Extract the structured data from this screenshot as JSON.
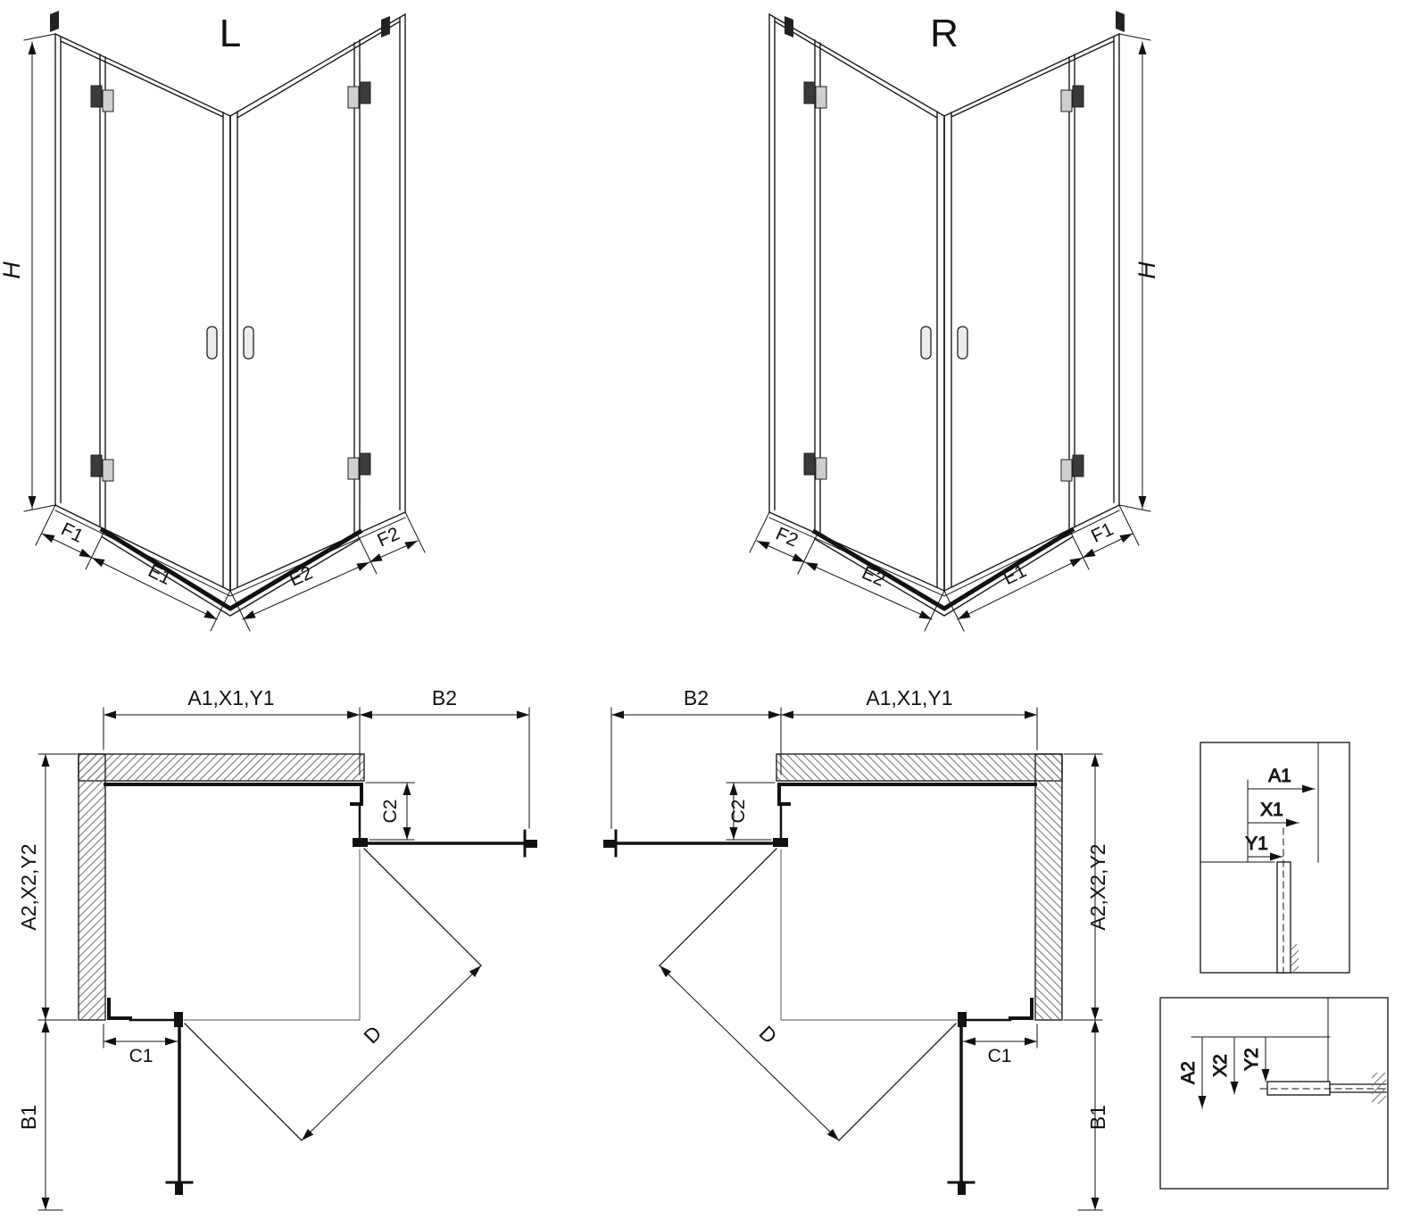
{
  "iso": {
    "left_title": "L",
    "right_title": "R",
    "h": "H",
    "f1": "F1",
    "e1": "E1",
    "e2": "E2",
    "f2": "F2"
  },
  "plan": {
    "a1": "A1,X1,Y1",
    "b2": "B2",
    "c2": "C2",
    "a2": "A2,X2,Y2",
    "c1": "C1",
    "b1": "B1",
    "d": "D"
  },
  "detail": {
    "a1": "A1",
    "x1": "X1",
    "y1": "Y1",
    "a2": "A2",
    "x2": "X2",
    "y2": "Y2"
  }
}
